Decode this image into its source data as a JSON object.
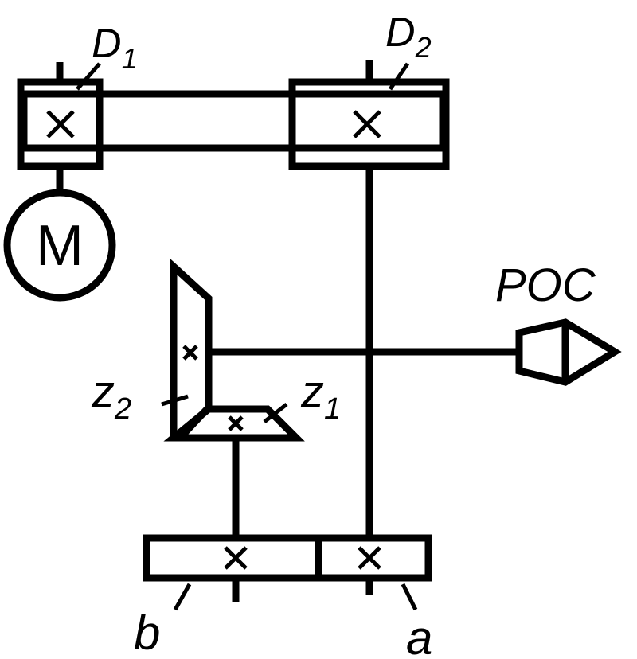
{
  "labels": {
    "d1": {
      "main": "D",
      "sub": "1"
    },
    "d2": {
      "main": "D",
      "sub": "2"
    },
    "motor": "M",
    "poc": "POC",
    "z2": {
      "main": "z",
      "sub": "2"
    },
    "z1": {
      "main": "z",
      "sub": "1"
    },
    "b": "b",
    "a": "a"
  },
  "colors": {
    "ink": "#000000",
    "background": "#ffffff"
  }
}
